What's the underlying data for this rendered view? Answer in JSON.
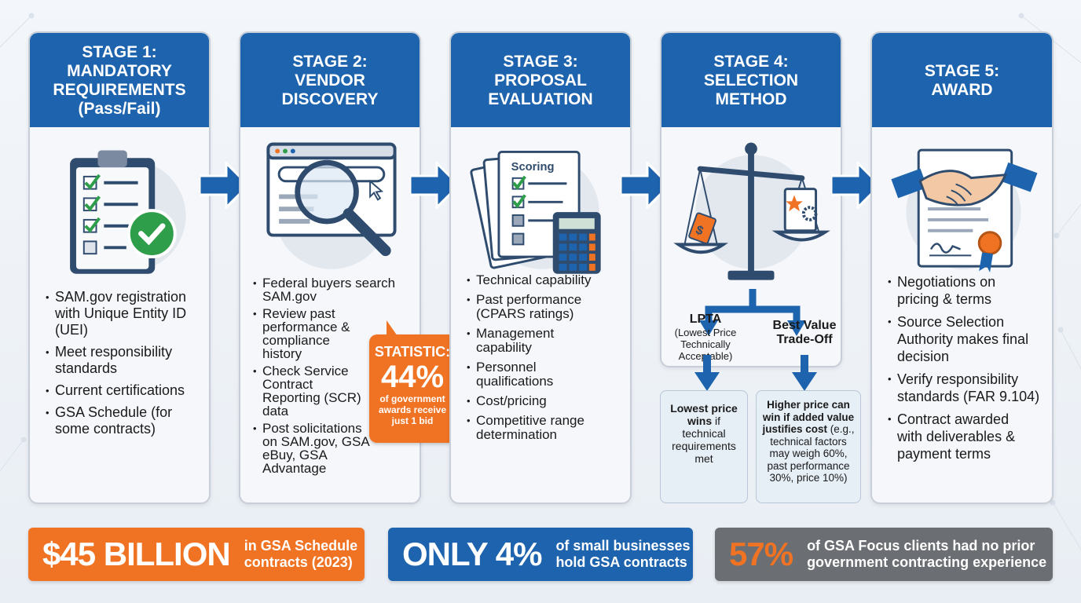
{
  "stages": [
    {
      "title_lines": [
        "STAGE 1:",
        "MANDATORY",
        "REQUIREMENTS",
        "(Pass/Fail)"
      ],
      "icon": "clipboard-checklist-icon",
      "bullets": [
        "SAM.gov registration with Unique Entity ID (UEI)",
        "Meet responsibility standards",
        "Current certifications",
        "GSA Schedule (for some contracts)"
      ]
    },
    {
      "title_lines": [
        "STAGE 2:",
        "VENDOR",
        "DISCOVERY"
      ],
      "icon": "browser-magnifier-icon",
      "bullets": [
        "Federal buyers search SAM.gov",
        "Review past performance & compliance history",
        "Check Service Contract Reporting (SCR) data",
        "Post solicitations on SAM.gov, GSA eBuy, GSA Advantage"
      ]
    },
    {
      "title_lines": [
        "STAGE 3:",
        "PROPOSAL",
        "EVALUATION"
      ],
      "icon": "scoring-sheet-calculator-icon",
      "icon_label": "Scoring",
      "bullets": [
        "Technical capability",
        "Past performance (CPARS ratings)",
        "Management capability",
        "Personnel qualifications",
        "Cost/pricing",
        "Competitive range determination"
      ]
    },
    {
      "title_lines": [
        "STAGE 4:",
        "SELECTION",
        "METHOD"
      ],
      "icon": "balance-scale-icon",
      "options": [
        {
          "title": "LPTA",
          "subtitle": "(Lowest Price Technically Acceptable)",
          "detail_bold": "Lowest price wins",
          "detail_rest": "if technical requirements met"
        },
        {
          "title": "Best Value Trade-Off",
          "subtitle": "",
          "detail_bold": "Higher price can win if added value justifies cost",
          "detail_rest": "(e.g., technical factors may weigh 60%, past performance 30%, price 10%)"
        }
      ]
    },
    {
      "title_lines": [
        "STAGE 5:",
        "AWARD"
      ],
      "icon": "handshake-contract-icon",
      "bullets": [
        "Negotiations on pricing & terms",
        "Source Selection Authority makes final decision",
        "Verify responsibility standards (FAR 9.104)",
        "Contract awarded with deliverables & payment terms"
      ]
    }
  ],
  "statistic": {
    "label": "STATISTIC:",
    "value": "44%",
    "caption": "of government awards receive just 1 bid"
  },
  "banners": [
    {
      "big": "$45 BILLION",
      "small": "in GSA Schedule contracts (2023)",
      "color": "#f07324"
    },
    {
      "big": "ONLY 4%",
      "small": "of small businesses hold GSA contracts",
      "color": "#1d63ae"
    },
    {
      "big": "57%",
      "small": "of GSA Focus clients had no prior government contracting experience",
      "color": "#6b6e72",
      "big_color": "#f07324"
    }
  ],
  "colors": {
    "primary": "#1d63ae",
    "accent": "#f07324",
    "check_green": "#2e9e4a",
    "neutral": "#6b6e72"
  }
}
